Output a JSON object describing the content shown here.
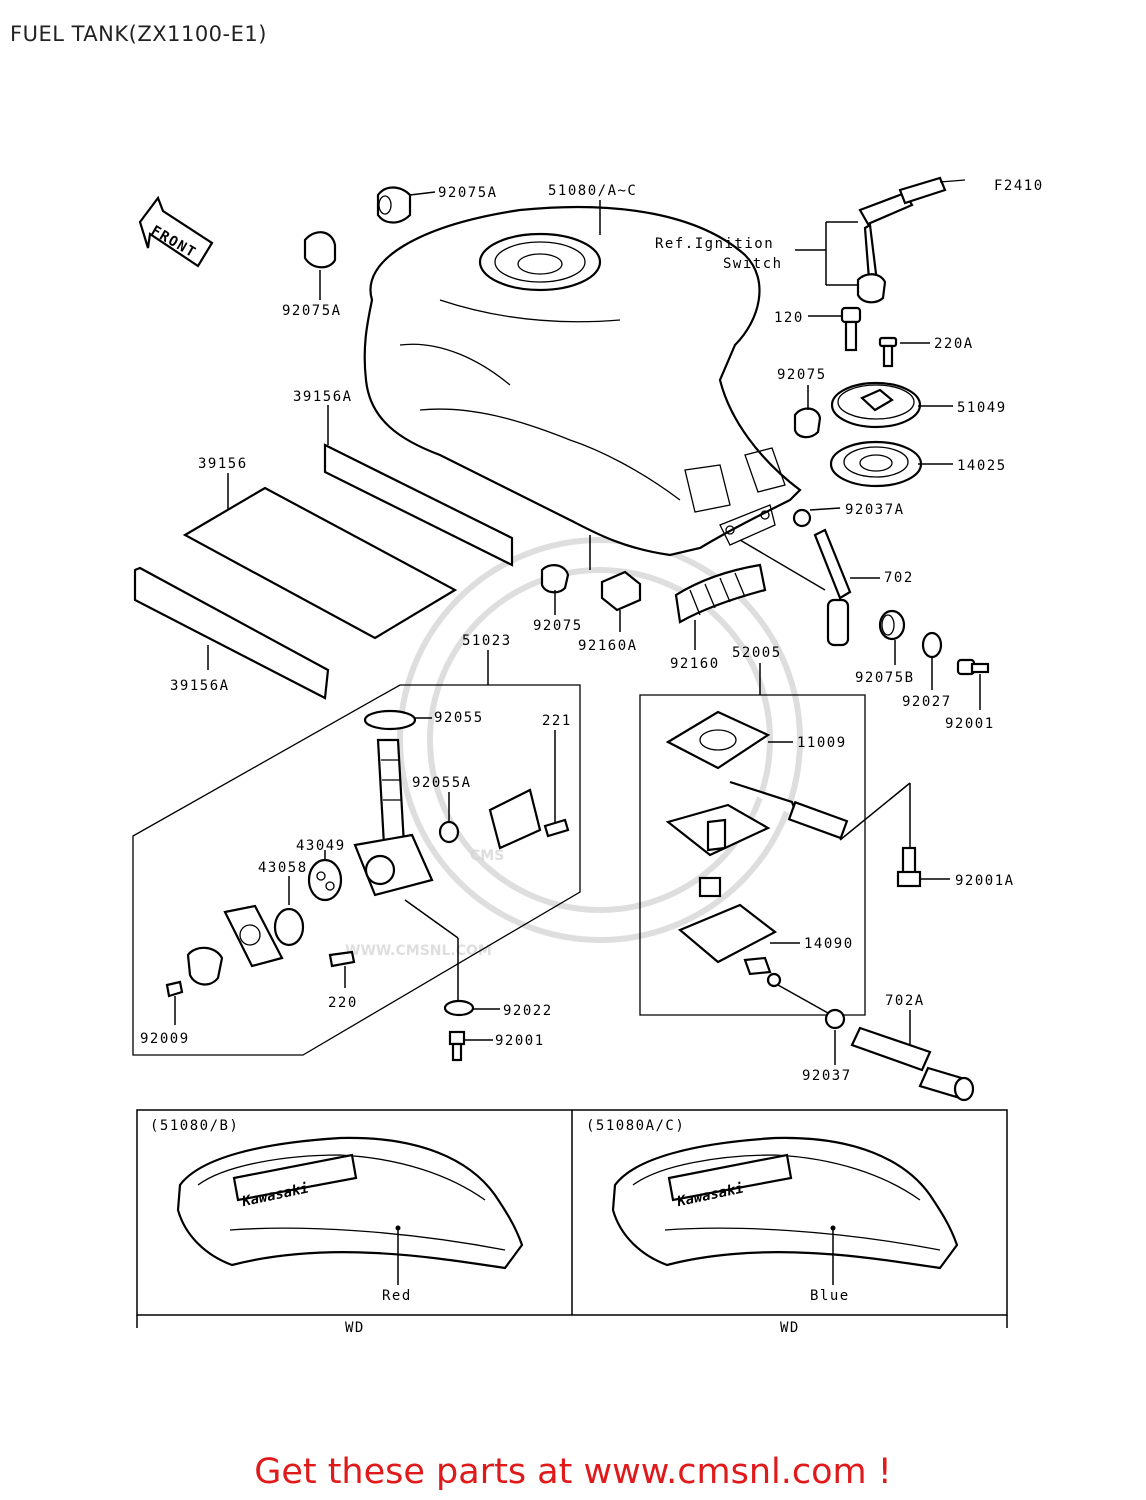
{
  "header": {
    "title": "FUEL TANK(ZX1100-E1)"
  },
  "diagram": {
    "figure_code": "F2410",
    "front_arrow": "FRONT",
    "parts": {
      "p92075A_top": "92075A",
      "p51080": "51080/A~C",
      "p92075A_left": "92075A",
      "ref_ignition_1": "Ref.Ignition",
      "ref_ignition_2": "Switch",
      "p120": "120",
      "p220A": "220A",
      "p92075": "92075",
      "p51049": "51049",
      "p14025": "14025",
      "p92037A": "92037A",
      "p39156A_top": "39156A",
      "p39156": "39156",
      "p39156A_bottom": "39156A",
      "p92075_mid": "92075",
      "p92160A": "92160A",
      "p92160": "92160",
      "p702": "702",
      "p92075B": "92075B",
      "p92027": "92027",
      "p92001_right": "92001",
      "p51023": "51023",
      "p92055": "92055",
      "p221": "221",
      "p92055A": "92055A",
      "p43049": "43049",
      "p43058": "43058",
      "p220": "220",
      "p92009": "92009",
      "p92022": "92022",
      "p92001_bottom": "92001",
      "p52005": "52005",
      "p11009": "11009",
      "p92001A": "92001A",
      "p14090": "14090",
      "p702A": "702A",
      "p92037": "92037"
    },
    "variants": [
      {
        "code": "(51080/B)",
        "brand": "Kawasaki",
        "color": "Red",
        "footer": "WD"
      },
      {
        "code": "(51080A/C)",
        "brand": "Kawasaki",
        "color": "Blue",
        "footer": "WD"
      }
    ],
    "watermark": "WWW.CMSNL.COM"
  },
  "footer": {
    "promo": "Get these parts at www.cmsnl.com !",
    "promo_color": "#e01a1a"
  }
}
